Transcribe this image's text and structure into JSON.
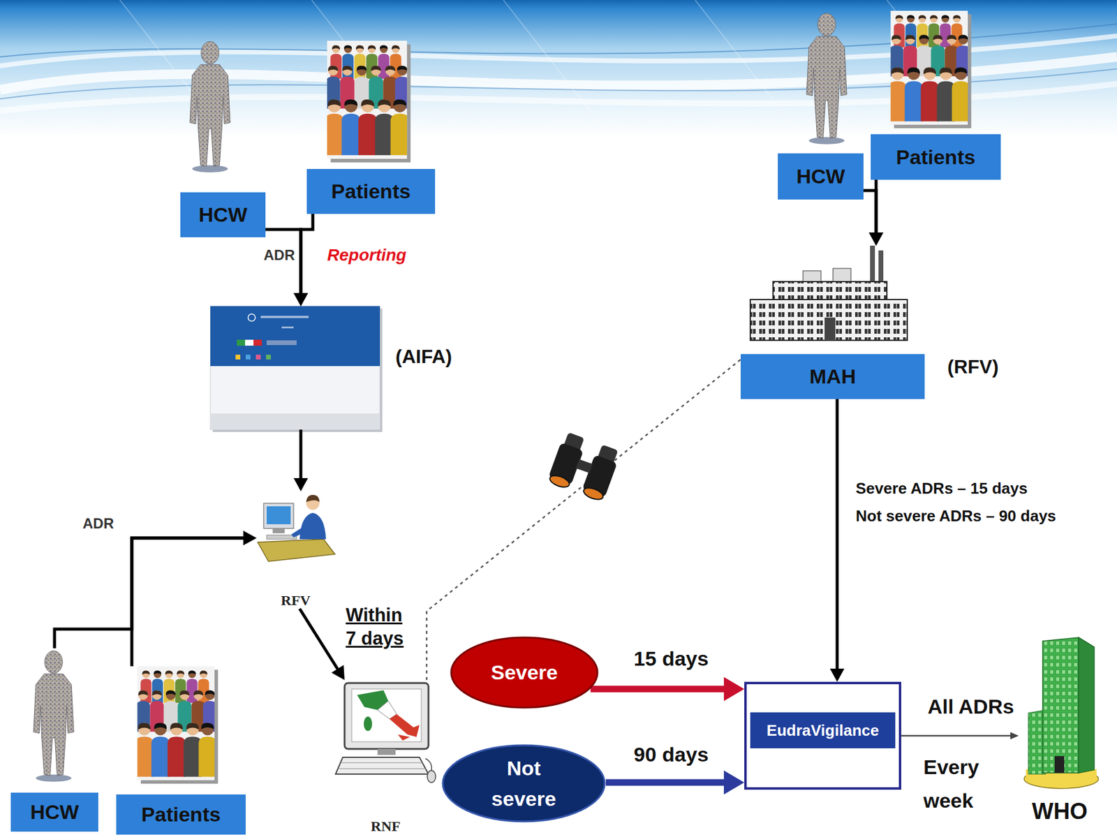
{
  "diagram": {
    "nodes": [
      {
        "text": [
          "HCW"
        ]
      },
      {
        "text": [
          "Patients"
        ]
      },
      {
        "text": [
          "(AIFA)"
        ]
      },
      {
        "text": [
          "RFV"
        ]
      },
      {
        "text": [
          "HCW"
        ]
      },
      {
        "text": [
          "Patients"
        ]
      },
      {
        "text": [
          "RNF"
        ]
      },
      {
        "text": [
          "Severe"
        ]
      },
      {
        "text": [
          "Not severe"
        ]
      },
      {
        "text": [
          "HCW"
        ]
      },
      {
        "text": [
          "Patients"
        ]
      },
      {
        "text": [
          "MAH",
          "(RFV)"
        ]
      },
      {
        "text": [
          "EudraVigilance"
        ]
      },
      {
        "text": [
          "WHO"
        ]
      }
    ],
    "edges": [
      {
        "from": 0,
        "to": 2,
        "arrow": "to"
      },
      {
        "from": 1,
        "to": 2,
        "arrow": "to"
      },
      {
        "from": 2,
        "to": 3,
        "arrow": "to"
      },
      {
        "from": 4,
        "to": 3,
        "arrow": "to"
      },
      {
        "from": 5,
        "to": 3,
        "arrow": "to"
      },
      {
        "from": 3,
        "to": 6,
        "label": "Within 7 days",
        "arrow": "to"
      },
      {
        "from": 6,
        "to": 11,
        "arrow": "none"
      },
      {
        "from": 7,
        "to": 12,
        "label": "15 days",
        "arrow": "to"
      },
      {
        "from": 8,
        "to": 12,
        "label": "90 days",
        "arrow": "to"
      },
      {
        "from": 9,
        "to": 11,
        "arrow": "to"
      },
      {
        "from": 10,
        "to": 11,
        "arrow": "to"
      },
      {
        "from": 11,
        "to": 12,
        "arrow": "to"
      },
      {
        "from": 12,
        "to": 13,
        "label": "All ADRs",
        "arrow": "to"
      }
    ],
    "labels": [
      "ADR",
      "Reporting",
      "ADR",
      "Severe ADRs – 15 days",
      "Not severe ADRs – 90 days",
      "Every week"
    ]
  }
}
